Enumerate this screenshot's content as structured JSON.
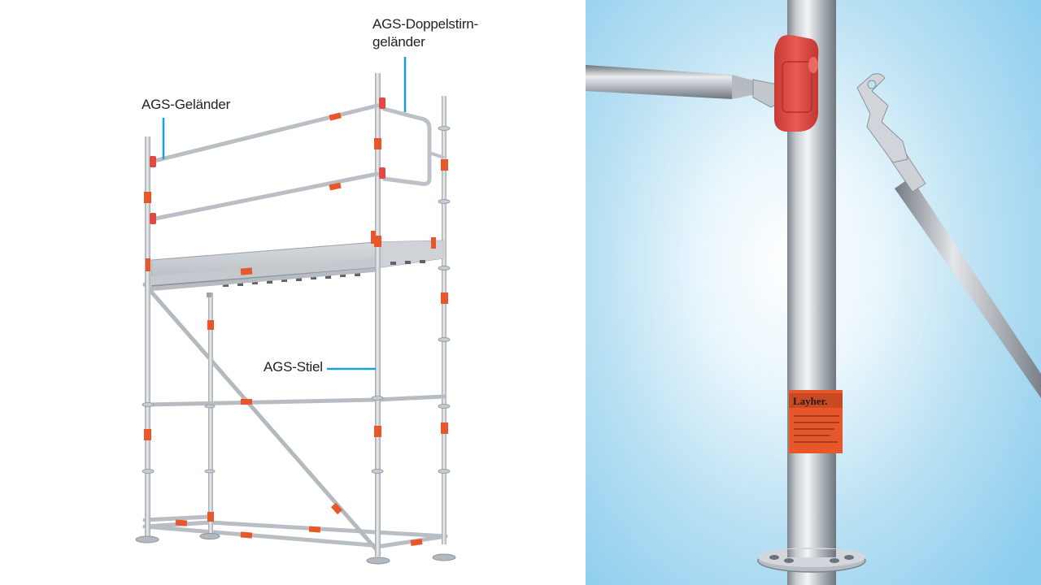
{
  "labels": {
    "railing": "AGS-Geländer",
    "end_railing_line1": "AGS-Doppelstirn-",
    "end_railing_line2": "geländer",
    "post": "AGS-Stiel"
  },
  "product_tag": {
    "brand": "Layher."
  },
  "colors": {
    "callout_line": "#1aa0d8",
    "marker_orange": "#e8572a",
    "clip_red": "#e04a44",
    "steel": "#c9cdd2"
  }
}
